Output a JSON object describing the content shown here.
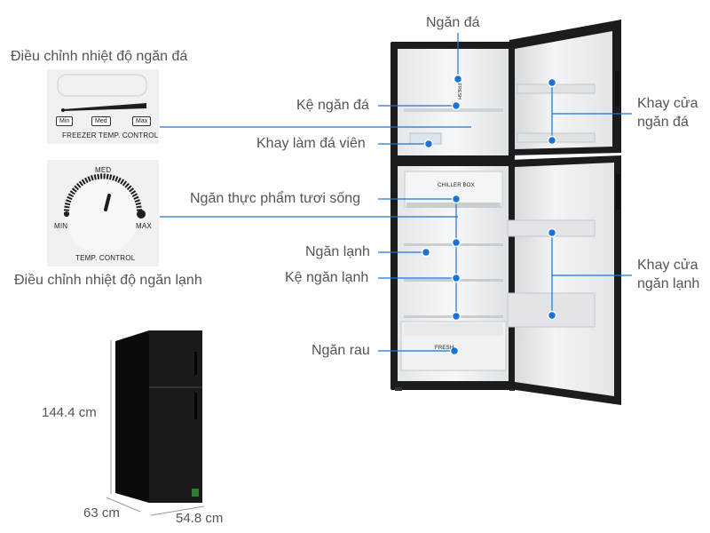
{
  "labels": {
    "freezer_control": "Điều chỉnh nhiệt độ ngăn đá",
    "fridge_control": "Điều chỉnh nhiệt độ ngăn lạnh",
    "freezer": "Ngăn đá",
    "freezer_shelf": "Kệ ngăn đá",
    "ice_tray": "Khay làm đá viên",
    "fresh_food": "Ngăn thực phẩm tươi sống",
    "fridge": "Ngăn lạnh",
    "fridge_shelf": "Kệ ngăn lạnh",
    "veg_drawer": "Ngăn rau",
    "freezer_door_tray_1": "Khay cửa",
    "freezer_door_tray_2": "ngăn đá",
    "fridge_door_tray_1": "Khay cửa",
    "fridge_door_tray_2": "ngăn lạnh"
  },
  "freezer_panel": {
    "min": "Min",
    "med": "Med",
    "max": "Max",
    "caption": "FREEZER TEMP. CONTROL"
  },
  "fridge_panel": {
    "med": "MED",
    "min": "MIN",
    "max": "MAX",
    "caption": "TEMP. CONTROL"
  },
  "dimensions": {
    "height": "144.4 cm",
    "depth": "63 cm",
    "width": "54.8 cm"
  },
  "interior_text": {
    "fresh": "FRESH",
    "chiller": "CHILLER BOX",
    "fresh_veg": "FRESH"
  },
  "colors": {
    "callout": "#1a73d9",
    "body": "#1c1c1e"
  }
}
